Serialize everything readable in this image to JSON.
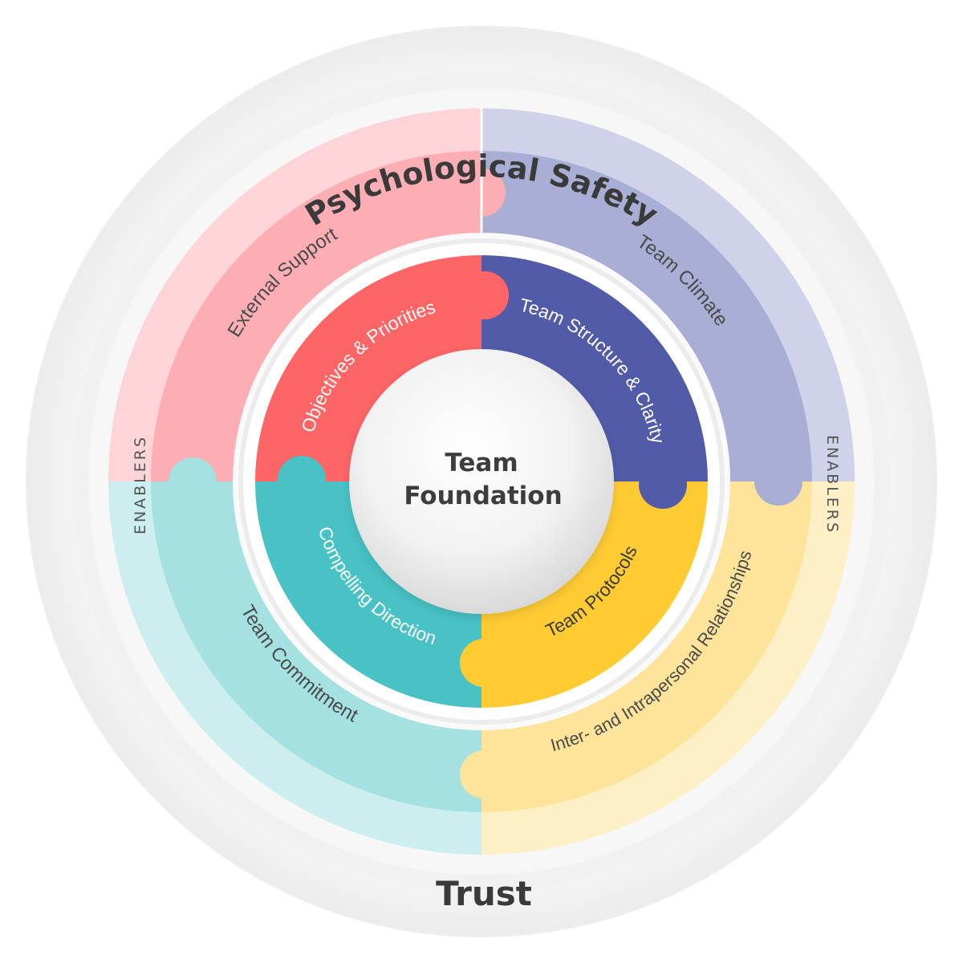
{
  "outer": {
    "top_title": "Psychological Safety",
    "bottom_title": "Trust",
    "left_label": "ENABLERS",
    "right_label": "ENABLERS"
  },
  "center": {
    "line1": "Team",
    "line2": "Foundation"
  },
  "outer_ring": [
    {
      "label": "External Support",
      "color": "#FCAEB4",
      "light": "#FDD4D7"
    },
    {
      "label": "Team Climate",
      "color": "#A9AED4",
      "light": "#CFD2E8"
    },
    {
      "label": "Team Commitment",
      "color": "#A6E1E1",
      "light": "#CCEEEE"
    },
    {
      "label": "Inter- and Intrapersonal Relationships",
      "color": "#FDE49A",
      "light": "#FEF0C6"
    }
  ],
  "inner_ring": [
    {
      "label": "Objectives & Priorities",
      "color": "#FE6566"
    },
    {
      "label": "Team Structure & Clarity",
      "color": "#525BA8"
    },
    {
      "label": "Compelling Direction",
      "color": "#48C2C5"
    },
    {
      "label": "Team Protocols",
      "color": "#FFCB33"
    }
  ]
}
